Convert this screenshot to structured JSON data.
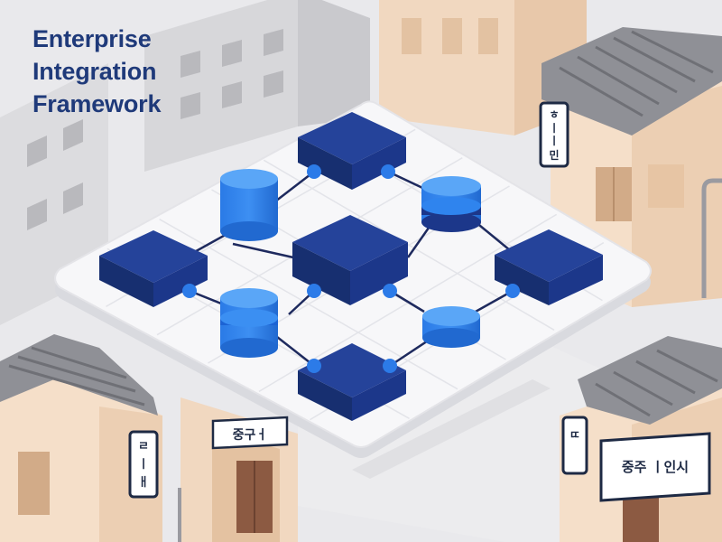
{
  "title": {
    "line1": "Enterprise",
    "line2": "Integration",
    "line3": "Framework"
  },
  "signs": {
    "top_right_vertical": [
      "ㅎ",
      "ㅣ",
      "ㅣ",
      "민"
    ],
    "left_vertical": [
      "ㄹ",
      "ㅣ",
      "ㅐ"
    ],
    "shop_horizontal": "중구ㅓ",
    "right_vertical": [
      "ㄸ"
    ],
    "right_horizontal": "중주 ㅣ인시"
  },
  "colors": {
    "navy": "#1e3a8a",
    "blue": "#2c7be8",
    "light_blue": "#4d9cf5",
    "platform": "#f7f7f9",
    "background": "#e9e9ec",
    "building_peach": "#f5dfc9",
    "roof_gray": "#8f9096",
    "title": "#1f3a7a"
  },
  "icons": {
    "navy_block": "cube-node-icon",
    "blue_cylinder": "database-icon",
    "connector": "connector-dot-icon"
  }
}
